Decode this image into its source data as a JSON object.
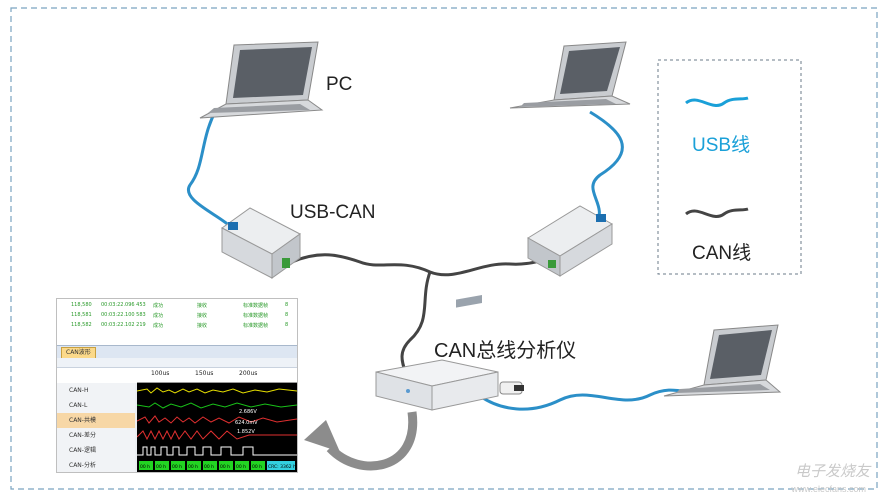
{
  "labels": {
    "pc": "PC",
    "usb_can": "USB-CAN",
    "analyzer": "CAN总线分析仪"
  },
  "legend": {
    "usb_label": "USB线",
    "can_label": "CAN线",
    "usb_color": "#1aa0d8",
    "can_color": "#444444"
  },
  "watermark": {
    "text": "电子发烧友",
    "sub": "www.elecfans.com"
  },
  "software": {
    "log_rows": [
      [
        "118,580",
        "00:03:22.096 453",
        "成功",
        "接收",
        "标准数据帧",
        "8"
      ],
      [
        "118,581",
        "00:03:22.100 583",
        "成功",
        "接收",
        "标准数据帧",
        "8"
      ],
      [
        "118,582",
        "00:03:22.102 219",
        "成功",
        "接收",
        "标准数据帧",
        "8"
      ]
    ],
    "tab_label": "CAN波形",
    "ruler_ticks": [
      "100us",
      "150us",
      "200us"
    ],
    "channels": [
      "CAN-H",
      "CAN-L",
      "CAN-共模",
      "CAN-差分",
      "CAN-逻辑",
      "CAN-分析"
    ],
    "readouts": [
      "2.686V",
      "624.0mV",
      "1.852V"
    ],
    "decode_bytes": [
      "00 h",
      "00 h",
      "00 h",
      "00 h",
      "00 h",
      "00 h",
      "00 h",
      "00 h"
    ],
    "decode_crc": "CRC: 3362 h"
  },
  "icons": {
    "pc": "laptop-icon",
    "usbcan": "usb-can-adapter-icon",
    "analyzer": "can-analyzer-device-icon",
    "arrow": "curved-arrow-icon"
  }
}
